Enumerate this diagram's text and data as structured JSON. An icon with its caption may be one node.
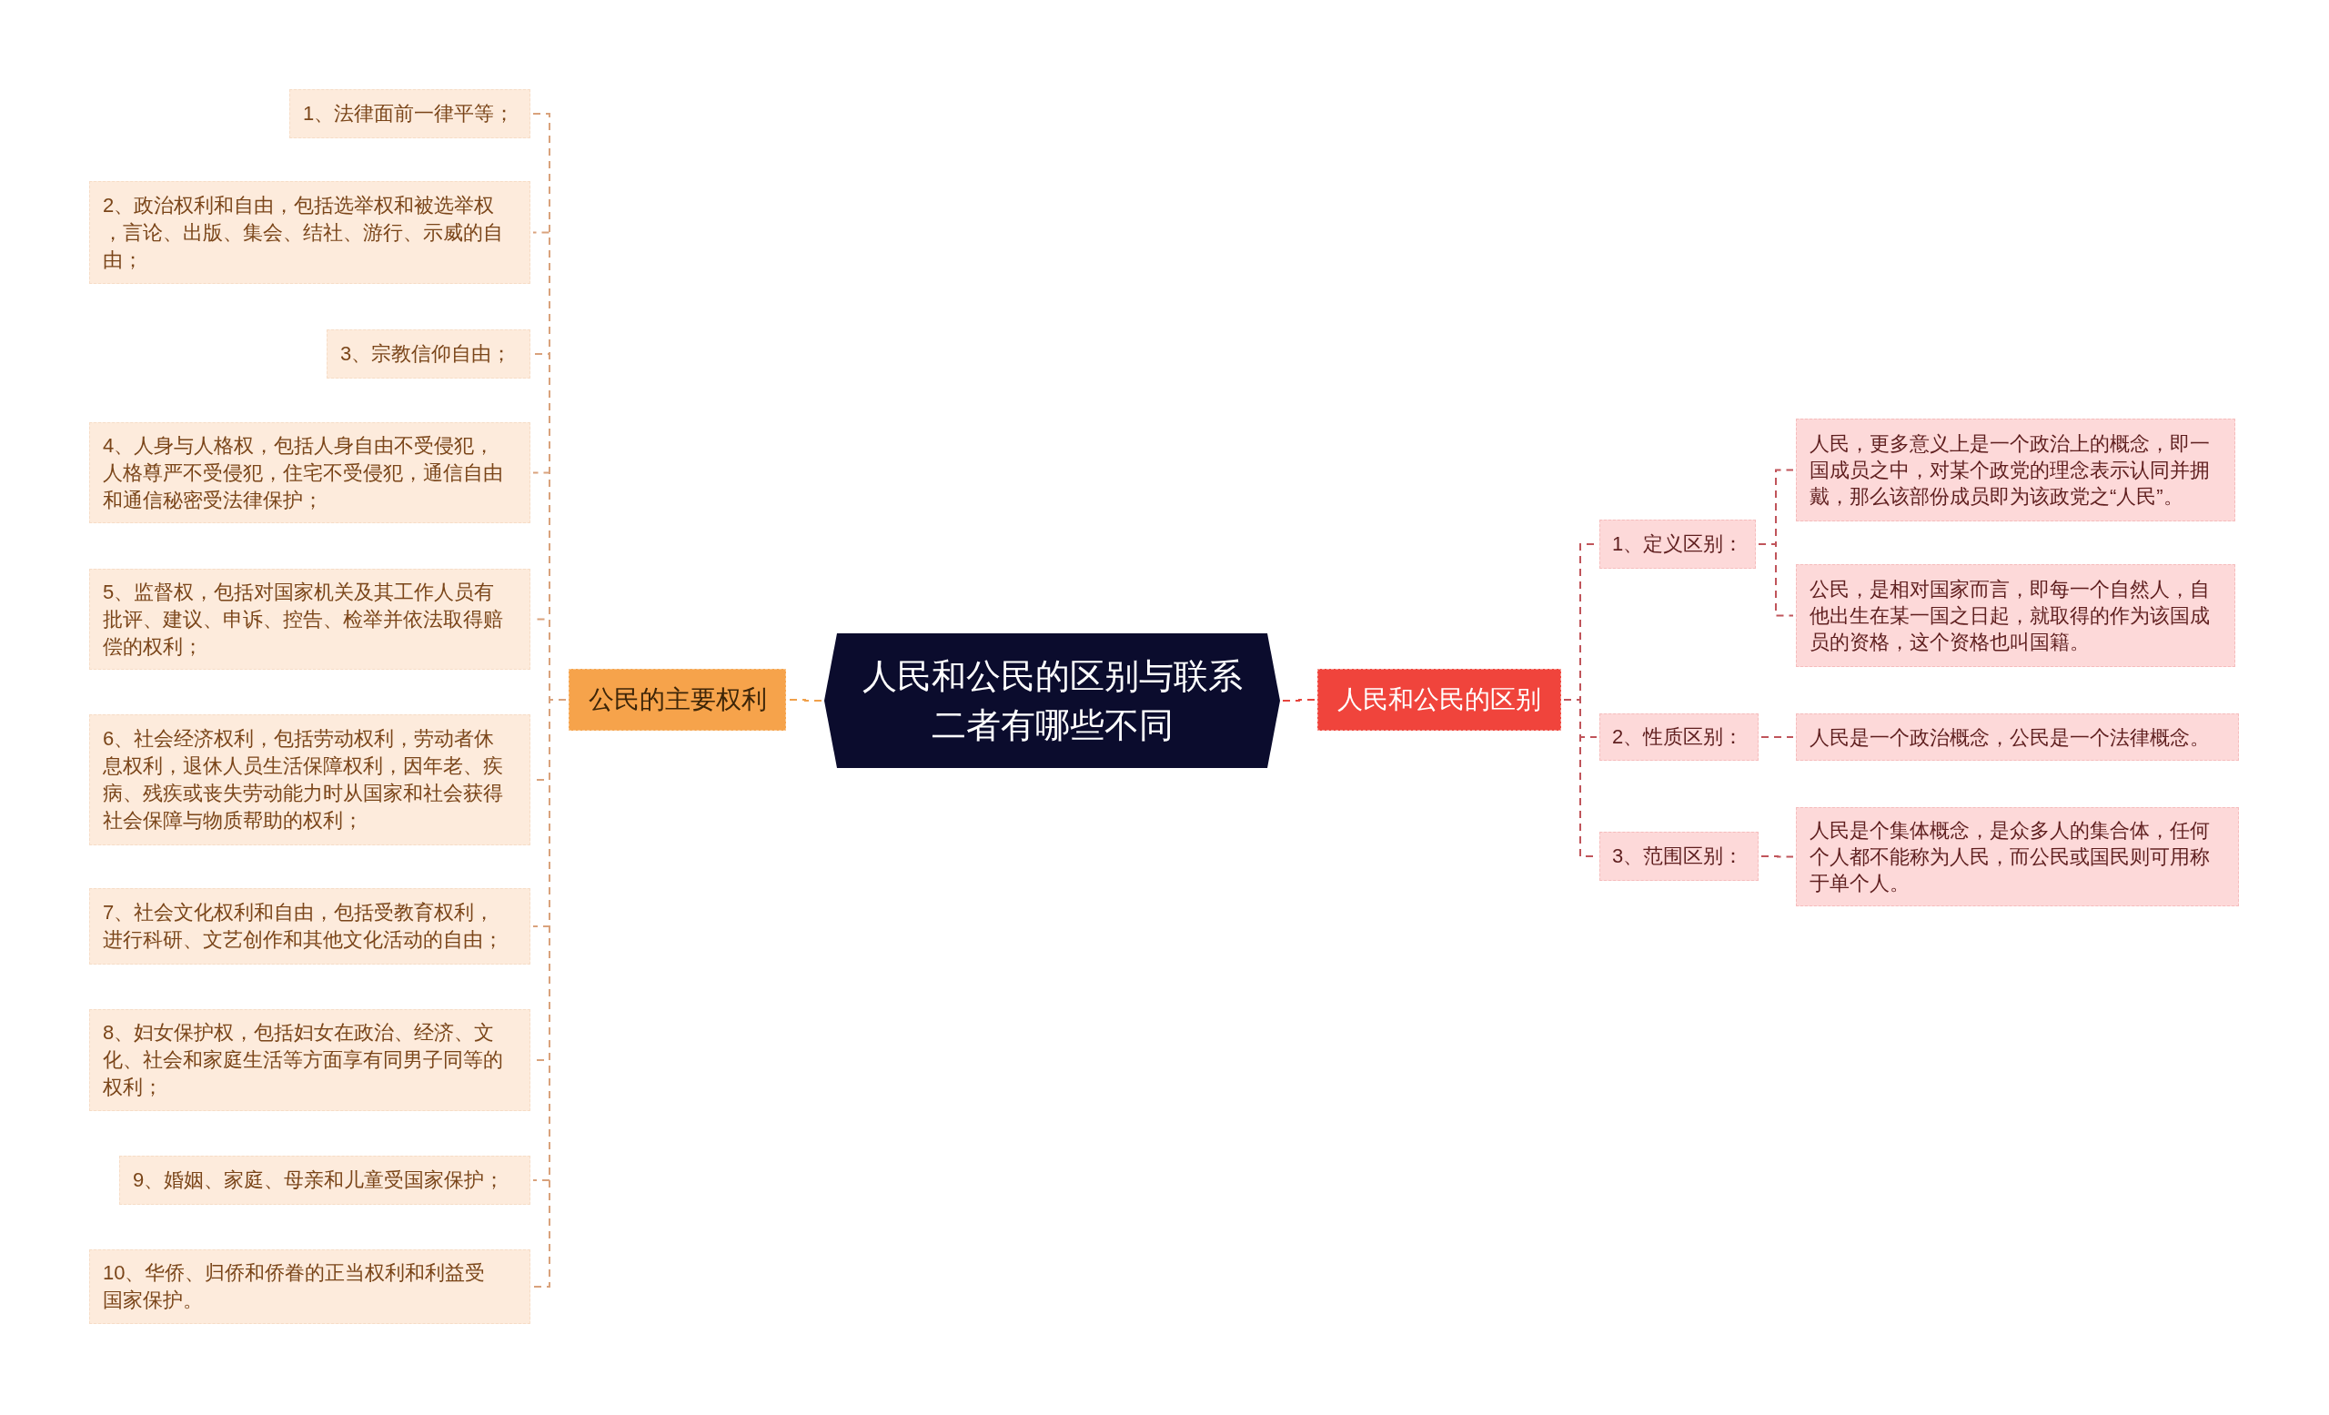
{
  "diagram": {
    "nodes": [
      {
        "text": [
          "人民和公民的区别与联系二者有哪些不同"
        ]
      },
      {
        "text": [
          "公民的主要权利"
        ]
      },
      {
        "text": [
          "1、法律面前一律平等；"
        ]
      },
      {
        "text": [
          "2、政治权利和自由，包括选举权和被选举权，言论、出版、集会、结社、游行、示威的自由；"
        ]
      },
      {
        "text": [
          "3、宗教信仰自由；"
        ]
      },
      {
        "text": [
          "4、人身与人格权，包括人身自由不受侵犯，人格尊严不受侵犯，住宅不受侵犯，通信自由和通信秘密受法律保护；"
        ]
      },
      {
        "text": [
          "5、监督权，包括对国家机关及其工作人员有批评、建议、申诉、控告、检举并依法取得赔偿的权利；"
        ]
      },
      {
        "text": [
          "6、社会经济权利，包括劳动权利，劳动者休息权利，退休人员生活保障权利，因年老、疾病、残疾或丧失劳动能力时从国家和社会获得社会保障与物质帮助的权利；"
        ]
      },
      {
        "text": [
          "7、社会文化权利和自由，包括受教育权利，进行科研、文艺创作和其他文化活动的自由；"
        ]
      },
      {
        "text": [
          "8、妇女保护权，包括妇女在政治、经济、文化、社会和家庭生活等方面享有同男子同等的权利；"
        ]
      },
      {
        "text": [
          "9、婚姻、家庭、母亲和儿童受国家保护；"
        ]
      },
      {
        "text": [
          "10、华侨、归侨和侨眷的正当权利和利益受国家保护。"
        ]
      },
      {
        "text": [
          "人民和公民的区别"
        ]
      },
      {
        "text": [
          "1、定义区别："
        ]
      },
      {
        "text": [
          "人民，更多意义上是一个政治上的概念，即一国成员之中，对某个政党的理念表示认同并拥戴，那么该部份成员即为该政党之“人民”。"
        ]
      },
      {
        "text": [
          "公民，是相对国家而言，即每一个自然人，自他出生在某一国之日起，就取得的作为该国成员的资格，这个资格也叫国籍。"
        ]
      },
      {
        "text": [
          "2、性质区别："
        ]
      },
      {
        "text": [
          "人民是一个政治概念，公民是一个法律概念。"
        ]
      },
      {
        "text": [
          "3、范围区别："
        ]
      },
      {
        "text": [
          "人民是个集体概念，是众多人的集合体，任何个人都不能称为人民，而公民或国民则可用称于单个人。"
        ]
      }
    ],
    "edges": [
      {
        "from": 0,
        "to": 1,
        "arrow": "none",
        "style": "dashed",
        "color": "#f0a04b"
      },
      {
        "from": 1,
        "to": 2,
        "arrow": "none",
        "style": "dashed",
        "color": "#d9a27c"
      },
      {
        "from": 1,
        "to": 3,
        "arrow": "none",
        "style": "dashed",
        "color": "#d9a27c"
      },
      {
        "from": 1,
        "to": 4,
        "arrow": "none",
        "style": "dashed",
        "color": "#d9a27c"
      },
      {
        "from": 1,
        "to": 5,
        "arrow": "none",
        "style": "dashed",
        "color": "#d9a27c"
      },
      {
        "from": 1,
        "to": 6,
        "arrow": "none",
        "style": "dashed",
        "color": "#d9a27c"
      },
      {
        "from": 1,
        "to": 7,
        "arrow": "none",
        "style": "dashed",
        "color": "#d9a27c"
      },
      {
        "from": 1,
        "to": 8,
        "arrow": "none",
        "style": "dashed",
        "color": "#d9a27c"
      },
      {
        "from": 1,
        "to": 9,
        "arrow": "none",
        "style": "dashed",
        "color": "#d9a27c"
      },
      {
        "from": 1,
        "to": 10,
        "arrow": "none",
        "style": "dashed",
        "color": "#d9a27c"
      },
      {
        "from": 1,
        "to": 11,
        "arrow": "none",
        "style": "dashed",
        "color": "#d9a27c"
      },
      {
        "from": 0,
        "to": 12,
        "arrow": "none",
        "style": "dashed",
        "color": "#e6453e"
      },
      {
        "from": 12,
        "to": 13,
        "arrow": "none",
        "style": "dashed",
        "color": "#c0545a"
      },
      {
        "from": 13,
        "to": 14,
        "arrow": "none",
        "style": "dashed",
        "color": "#c0545a"
      },
      {
        "from": 13,
        "to": 15,
        "arrow": "none",
        "style": "dashed",
        "color": "#c0545a"
      },
      {
        "from": 12,
        "to": 16,
        "arrow": "none",
        "style": "dashed",
        "color": "#c0545a"
      },
      {
        "from": 16,
        "to": 17,
        "arrow": "none",
        "style": "dashed",
        "color": "#c0545a"
      },
      {
        "from": 12,
        "to": 18,
        "arrow": "none",
        "style": "dashed",
        "color": "#c0545a"
      },
      {
        "from": 18,
        "to": 19,
        "arrow": "none",
        "style": "dashed",
        "color": "#c0545a"
      }
    ]
  }
}
